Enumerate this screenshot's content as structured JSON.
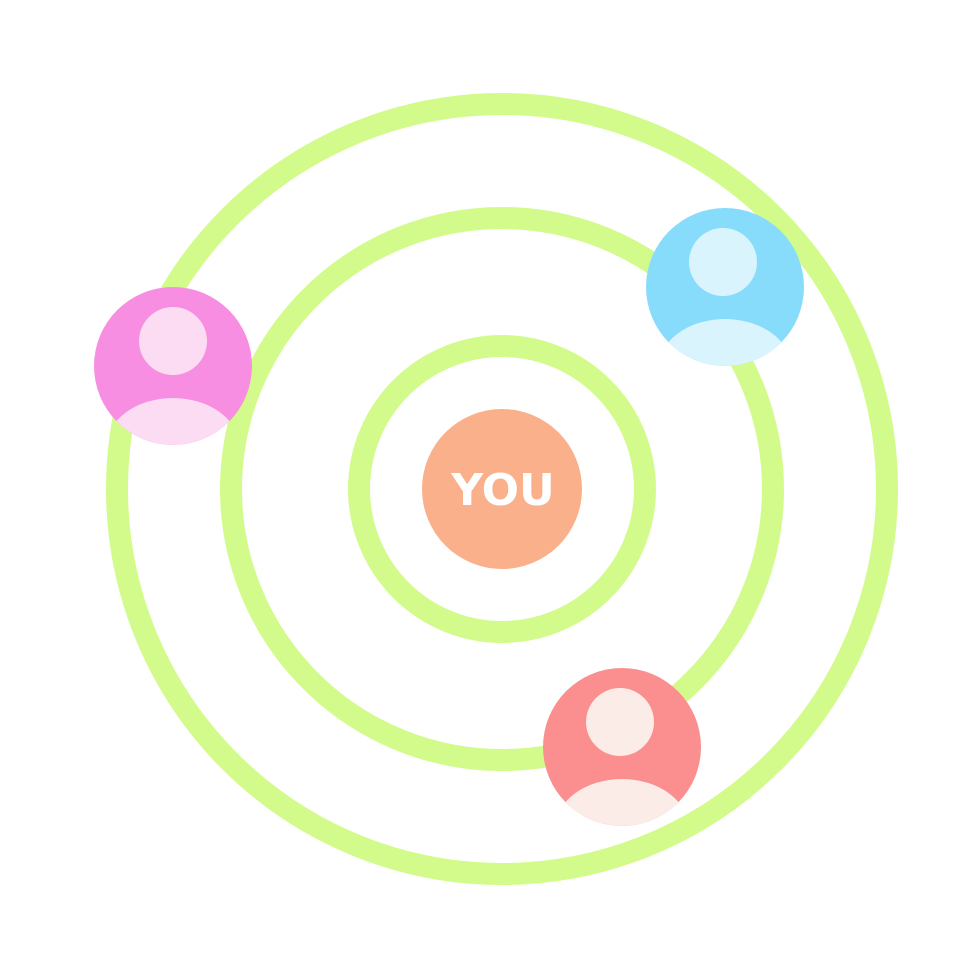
{
  "diagram": {
    "center": {
      "label": "YOU",
      "color": "#f9b08b",
      "text_color": "#ffffff"
    },
    "ring_color": "#d3fb8b",
    "background": "#ffffff",
    "people": [
      {
        "name": "person-pink",
        "icon": "user-icon",
        "bg": "#f78ee2",
        "fg": "#fbdcf3"
      },
      {
        "name": "person-blue",
        "icon": "user-icon",
        "bg": "#88dcfb",
        "fg": "#d9f4fc"
      },
      {
        "name": "person-red",
        "icon": "user-icon",
        "bg": "#fb8e8e",
        "fg": "#fbece7"
      }
    ]
  }
}
